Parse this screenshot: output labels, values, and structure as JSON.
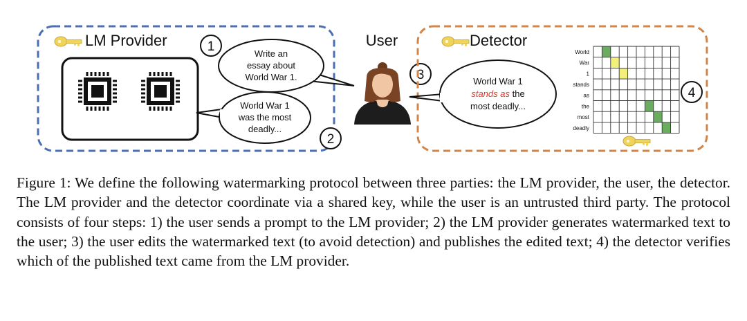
{
  "figure": {
    "provider": {
      "title": "LM Provider",
      "prompt_bubble": [
        "Write an",
        "essay about",
        "World War 1."
      ],
      "output_bubble": [
        "World War 1",
        "was the most",
        "deadly..."
      ]
    },
    "user": {
      "title": "User"
    },
    "detector": {
      "title": "Detector",
      "edited_bubble": {
        "line1": "World War 1",
        "highlight": "stands as",
        "line2_rest": " the",
        "line3": "most deadly..."
      },
      "grid": {
        "rows": [
          "World",
          "War",
          "1",
          "stands",
          "as",
          "the",
          "most",
          "deadly"
        ],
        "cols": 10,
        "cells": [
          {
            "row": 0,
            "col": 1,
            "color": "#6aad5e"
          },
          {
            "row": 1,
            "col": 2,
            "color": "#f2ef7a"
          },
          {
            "row": 2,
            "col": 3,
            "color": "#f2ef7a"
          },
          {
            "row": 5,
            "col": 6,
            "color": "#6aad5e"
          },
          {
            "row": 6,
            "col": 7,
            "color": "#6aad5e"
          },
          {
            "row": 7,
            "col": 8,
            "color": "#6aad5e"
          }
        ]
      }
    },
    "steps": [
      "1",
      "2",
      "3",
      "4"
    ],
    "colors": {
      "provider_border": "#4a6fb5",
      "detector_border": "#d0864a",
      "key": "#f0d35a",
      "highlight_text": "#d93a2b"
    },
    "icons": [
      "key-icon",
      "chip-icon",
      "user-avatar-icon"
    ]
  },
  "caption": "Figure 1: We define the following watermarking protocol between three parties: the LM provider, the user, the detector. The LM provider and the detector coordinate via a shared key, while the user is an untrusted third party. The protocol consists of four steps: 1) the user sends a prompt to the LM provider; 2) the LM provider generates watermarked text to the user; 3) the user edits the watermarked text (to avoid detection) and publishes the edited text; 4) the detector verifies which of the published text came from the LM provider."
}
